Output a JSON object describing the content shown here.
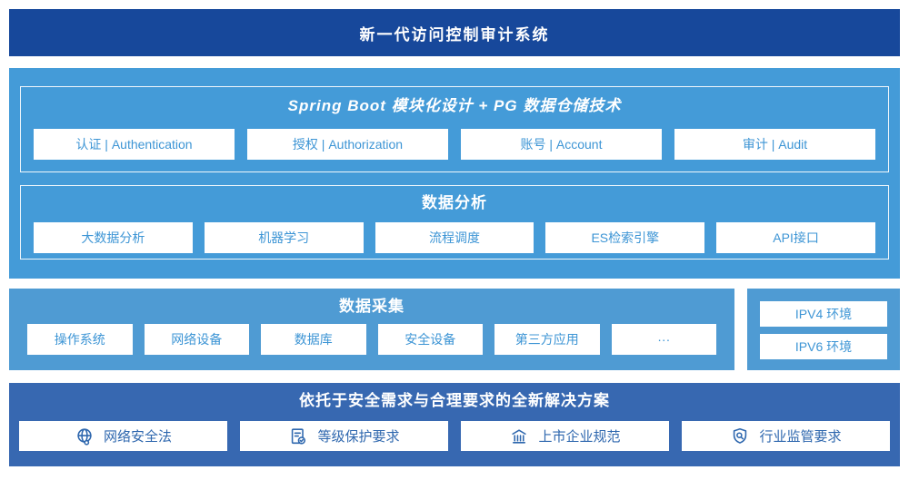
{
  "colors": {
    "dark_blue": "#17489B",
    "sky_blue": "#449BD8",
    "sky_blue_light": "#4F9BD3",
    "solution_blue": "#3768B1",
    "chip_text": "#3D95D5",
    "solution_text": "#2E67AE"
  },
  "banner": {
    "title": "新一代访问控制审计系统"
  },
  "platform": {
    "spring": {
      "title": "Spring Boot 模块化设计 + PG 数据仓储技术",
      "modules": [
        "认证 | Authentication",
        "授权 | Authorization",
        "账号 | Account",
        "审计 | Audit"
      ]
    },
    "analysis": {
      "title": "数据分析",
      "modules": [
        "大数据分析",
        "机器学习",
        "流程调度",
        "ES检索引擎",
        "API接口"
      ]
    }
  },
  "collection": {
    "title": "数据采集",
    "modules": [
      "操作系统",
      "网络设备",
      "数据库",
      "安全设备",
      "第三方应用",
      "···"
    ]
  },
  "environments": {
    "items": [
      "IPV4 环境",
      "IPV6 环境"
    ]
  },
  "solution": {
    "title": "依托于安全需求与合理要求的全新解决方案",
    "items": [
      {
        "icon": "globe-icon",
        "label": "网络安全法"
      },
      {
        "icon": "document-check-icon",
        "label": "等级保护要求"
      },
      {
        "icon": "building-icon",
        "label": "上市企业规范"
      },
      {
        "icon": "shield-search-icon",
        "label": "行业监管要求"
      }
    ]
  }
}
